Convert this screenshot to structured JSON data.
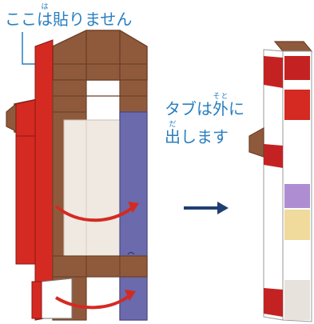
{
  "labels": {
    "no_glue": {
      "pre": "ここ",
      "ruby_base": "は",
      "ruby_text": "は",
      "post": "りません",
      "base_kanji": "貼"
    },
    "tabs_out_line1": {
      "pre": "タブは",
      "kanji": "外",
      "kanji_ruby": "そと",
      "post": "に"
    },
    "tabs_out_line2": {
      "kanji": "出",
      "kanji_ruby": "だ",
      "post": "します"
    }
  },
  "colors": {
    "brown": "#8f5a3c",
    "brown_dark": "#6e4128",
    "red": "#d42a22",
    "blue": "#6a6aac",
    "cream": "#efe9e2",
    "label_blue": "#2a7fc0",
    "arrow": "#1f3f73"
  },
  "icons": {
    "curved_arrow": "curved-red-arrow-icon",
    "step_arrow": "right-arrow-icon"
  }
}
